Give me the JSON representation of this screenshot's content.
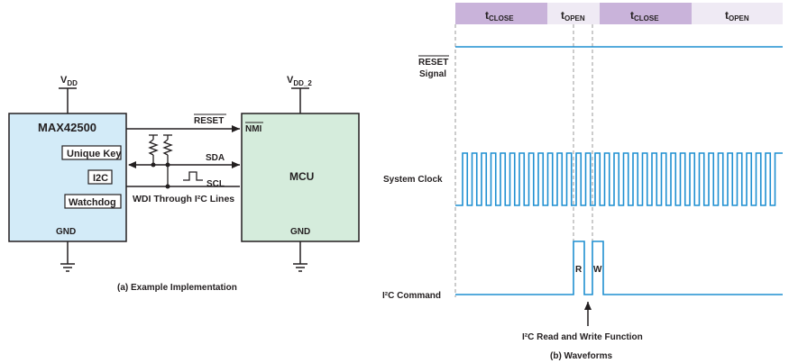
{
  "left_panel": {
    "chip_name": "MAX42500",
    "vdd": "V",
    "vdd_sub": "DD",
    "features": [
      "Unique Key",
      "I2C",
      "Watchdog"
    ],
    "gnd": "GND",
    "mcu_name": "MCU",
    "mcu_vdd": "V",
    "mcu_vdd_sub": "DD_2",
    "mcu_gnd": "GND",
    "signal_reset": "RESET",
    "signal_nmi": "NMI",
    "signal_sda": "SDA",
    "signal_scl": "SCL",
    "wdi_label": "WDI Through I²C Lines",
    "caption": "(a) Example Implementation"
  },
  "right_panel": {
    "phases": [
      {
        "label": "t",
        "sub": "CLOSE"
      },
      {
        "label": "t",
        "sub": "OPEN"
      },
      {
        "label": "t",
        "sub": "CLOSE"
      },
      {
        "label": "t",
        "sub": "OPEN"
      }
    ],
    "row_reset_line1": "RESET",
    "row_reset_line2": "Signal",
    "row_clock": "System Clock",
    "row_i2c": "I²C Command",
    "pulse_r": "R",
    "pulse_w": "W",
    "arrow_label": "I²C Read and Write Function",
    "caption": "(b) Waveforms",
    "colors": {
      "phase_close": "#c9b3da",
      "phase_open": "#efeaf4",
      "wave": "#1f8fd1",
      "chip_fill": "#d3ebf8",
      "mcu_fill": "#d5ecdc"
    }
  }
}
